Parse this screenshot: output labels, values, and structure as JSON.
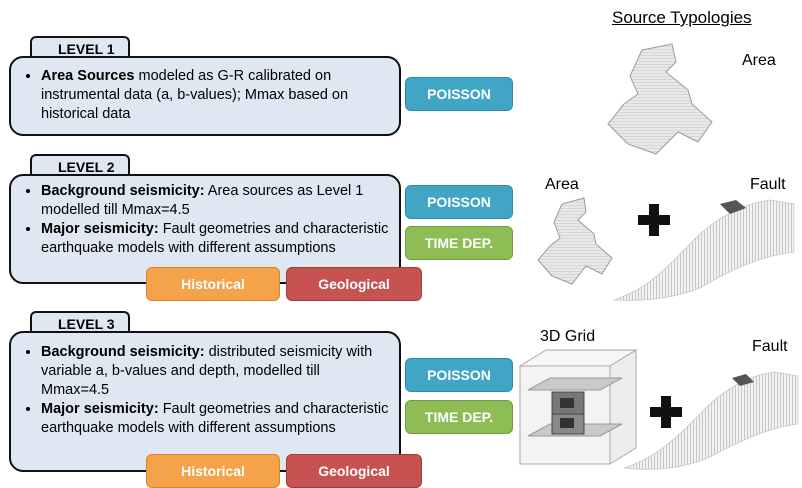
{
  "heading": "Source Typologies",
  "levels": [
    {
      "tab": "LEVEL 1",
      "bullets": [
        {
          "bold": "Area Sources",
          "text": " modeled as G-R calibrated on instrumental data (a, b-values); Mmax based on historical data"
        }
      ],
      "tags": [
        "POISSON"
      ]
    },
    {
      "tab": "LEVEL 2",
      "bullets": [
        {
          "bold": "Background seismicity:",
          "text": "  Area sources as Level 1 modelled till Mmax=4.5"
        },
        {
          "bold": "Major seismicity:",
          "text": " Fault geometries and characteristic earthquake models with different assumptions"
        }
      ],
      "tags": [
        "POISSON",
        "TIME DEP.",
        "Historical",
        "Geological"
      ]
    },
    {
      "tab": "LEVEL 3",
      "bullets": [
        {
          "bold": "Background seismicity:",
          "text": " distributed seismicity with variable a, b-values and depth, modelled till Mmax=4.5"
        },
        {
          "bold": "Major seismicity:",
          "text": " Fault geometries and characteristic earthquake models with different assumptions"
        }
      ],
      "tags": [
        "POISSON",
        "TIME DEP.",
        "Historical",
        "Geological"
      ]
    }
  ],
  "typologies": {
    "row1": [
      "Area"
    ],
    "row2": [
      "Area",
      "Fault"
    ],
    "row3": [
      "3D Grid",
      "Fault"
    ]
  },
  "colors": {
    "box_fill": "#dfe7f2",
    "poisson": "#41a6c6",
    "time_dep": "#8ebd55",
    "historical": "#f5a34a",
    "geological": "#c65352"
  }
}
